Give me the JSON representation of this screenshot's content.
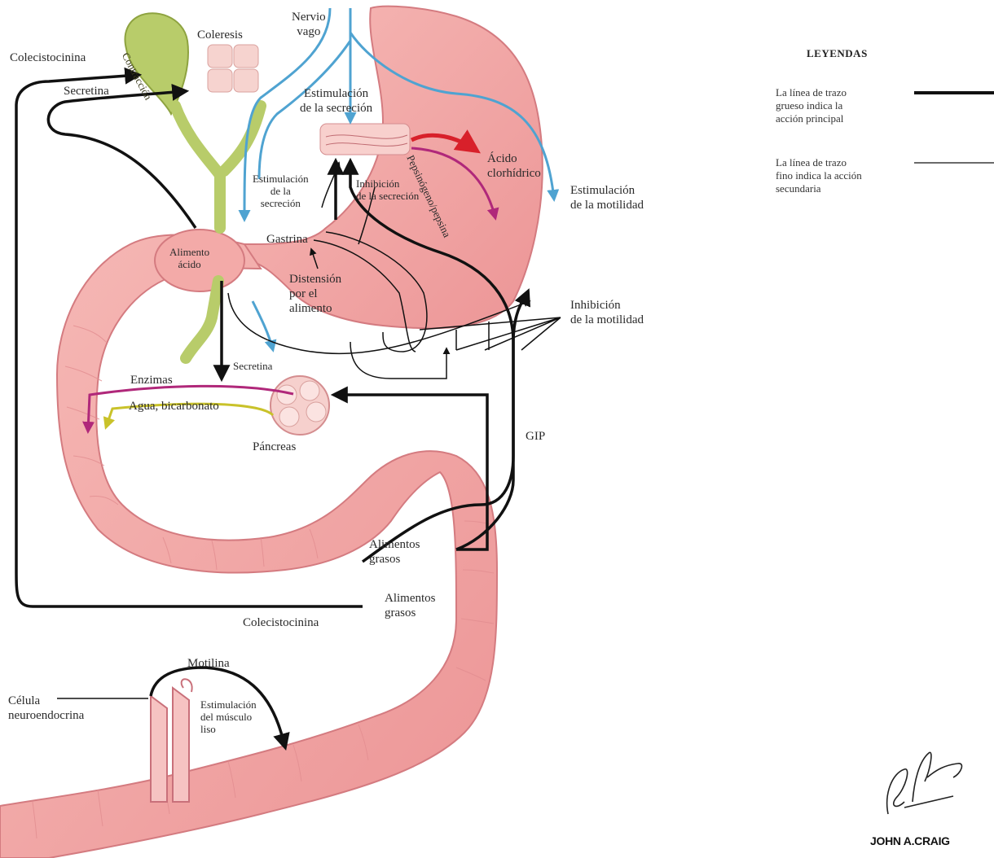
{
  "labels": {
    "colecistocinina_top": "Colecistocinina",
    "contraccion": "Contracción",
    "coleresis": "Coleresis",
    "nervio_vago": "Nervio\nvago",
    "secretina_top": "Secretina",
    "estimulacion_secrecion_top": "Estimulación\nde la secreción",
    "acido_clorhidrico": "Ácido\nclorhídrico",
    "pepsinogeno": "Pepsinógeno/pepsina",
    "estimulacion_motilidad": "Estimulación\nde la motilidad",
    "estimulacion_secrecion_left": "Estimulación\nde la\nsecreción",
    "inhibicion_secrecion": "Inhibición\nde la secreción",
    "gastrina": "Gastrina",
    "alimento_acido": "Alimento\nácido",
    "distension": "Distensión\npor el\nalimento",
    "inhibicion_motilidad": "Inhibición\nde la motilidad",
    "secretina_mid": "Secretina",
    "enzimas": "Enzimas",
    "agua_bicarbonato": "Agua, bicarbonato",
    "pancreas": "Páncreas",
    "gip": "GIP",
    "alimentos_grasos_1": "Alimentos\ngrasos",
    "alimentos_grasos_2": "Alimentos\ngrasos",
    "colecistocinina_bottom": "Colecistocinina",
    "motilina": "Motilina",
    "celula": "Célula\nneuroendocrina",
    "estimulacion_musculo": "Estimulación\ndel músculo\nliso"
  },
  "legend": {
    "title": "LEYENDAS",
    "thick": "La línea de trazo\ngrueso indica la\nacción principal",
    "thin": "La línea de trazo\nfino indica la acción\nsecundaria"
  },
  "credits": {
    "signature": "F. Netter M.D.",
    "artist": "JOHN A.CRAIG"
  },
  "colors": {
    "tissue": "#f2a7a7",
    "tissue_dark": "#d9787c",
    "bile": "#b8cc6a",
    "nerve": "#4fa3d1",
    "thick_arrow": "#111111",
    "magenta": "#b0287a",
    "red": "#d8202a",
    "yellow": "#c9c22a"
  }
}
